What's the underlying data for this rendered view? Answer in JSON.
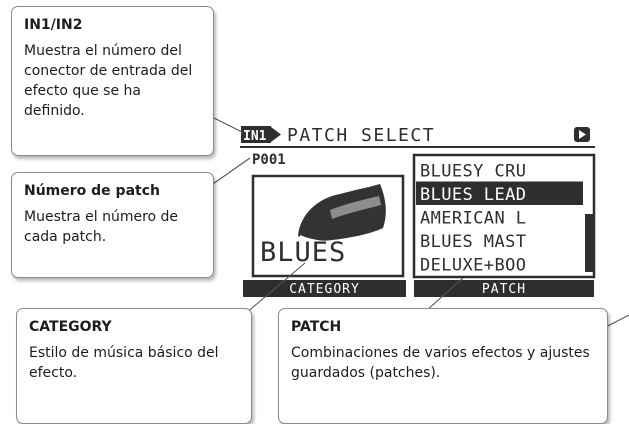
{
  "callouts": {
    "in": {
      "title": "IN1/IN2",
      "body": "Muestra el número del conector de entrada del efecto que se ha definido."
    },
    "patch_number": {
      "title": "Número de patch",
      "body": "Muestra el número de cada patch."
    },
    "category": {
      "title": "CATEGORY",
      "body": "Estilo de música básico del efecto."
    },
    "patch": {
      "title": "PATCH",
      "body": "Combinaciones de varios efectos y ajustes guardados (patches)."
    }
  },
  "lcd": {
    "input_indicator": "IN1",
    "header": "PATCH SELECT",
    "patch_number": "P001",
    "category_image_text": "BLUES",
    "category_label": "CATEGORY",
    "patch_label": "PATCH",
    "patch_list": [
      "BLUESY CRU",
      "BLUES LEAD",
      "AMERICAN L",
      "BLUES MAST",
      "DELUXE+BOO"
    ],
    "selected_index": 1
  },
  "colors": {
    "lcd_dark": "#2e2e2e",
    "lcd_light": "#ffffff",
    "callout_border": "#8a8a8a"
  }
}
